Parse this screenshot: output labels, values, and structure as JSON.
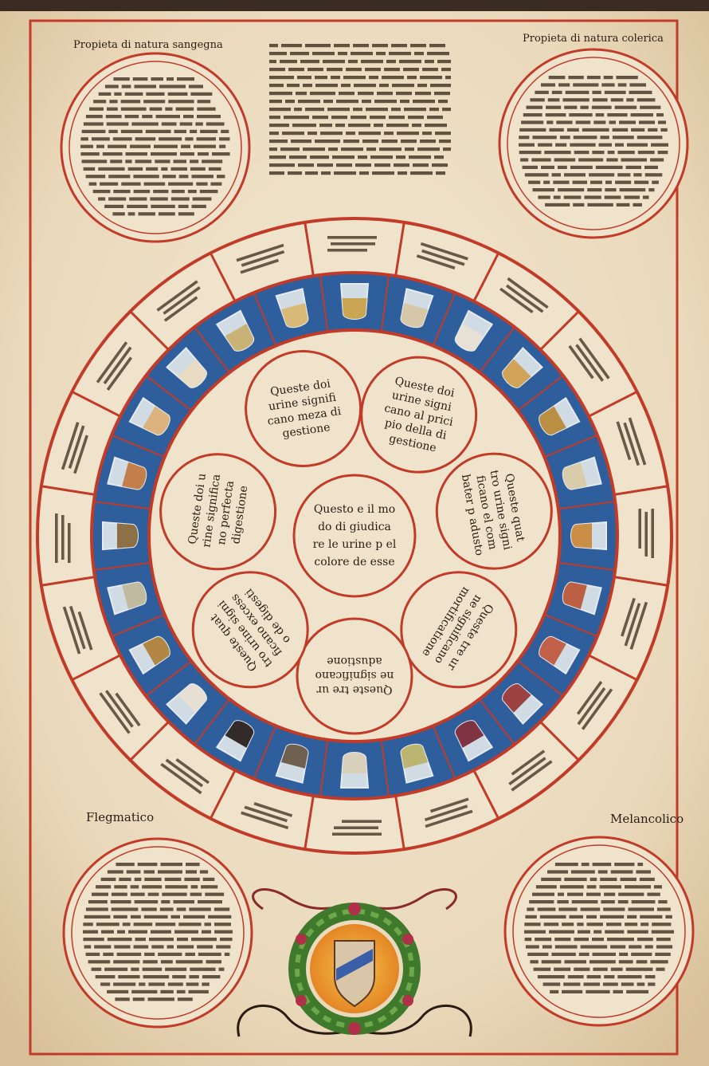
{
  "corners": {
    "top_left_title": "Propieta di natura sangegna",
    "top_right_title": "Propieta di natura colerica",
    "bottom_left_title": "Flegmatico",
    "bottom_right_title": "Melancolico"
  },
  "center": {
    "lines": [
      "Questo e il mo",
      "do di giudica",
      "re le urine p el",
      "colore de esse"
    ]
  },
  "petals": [
    {
      "lines": [
        "Queste doi",
        "urine signifi",
        "cano meza di",
        "gestione"
      ]
    },
    {
      "lines": [
        "Queste doi",
        "urine signi",
        "cano al prici",
        "pio della di",
        "gestione"
      ]
    },
    {
      "lines": [
        "Queste quat",
        "tro urine signi",
        "ficano el com",
        "bater p adusto"
      ]
    },
    {
      "lines": [
        "Queste tre ur",
        "ne significano",
        "mortificatione"
      ]
    },
    {
      "lines": [
        "Queste tre ur",
        "ne significano",
        "adustione"
      ]
    },
    {
      "lines": [
        "Queste quat",
        "tro urine signi",
        "ficano excess",
        "o de digesti"
      ]
    },
    {
      "lines": [
        "Queste doi u",
        "rine significa",
        "no perfecta",
        "digestione"
      ]
    }
  ],
  "colors": {
    "parchment": "#efe3cc",
    "red_ink": "#c23a28",
    "blue_band": "#2f5e9c",
    "text_ink": "#2a1c12",
    "wreath": "#3f7a2c",
    "shield_orange": "#e89a2c"
  }
}
